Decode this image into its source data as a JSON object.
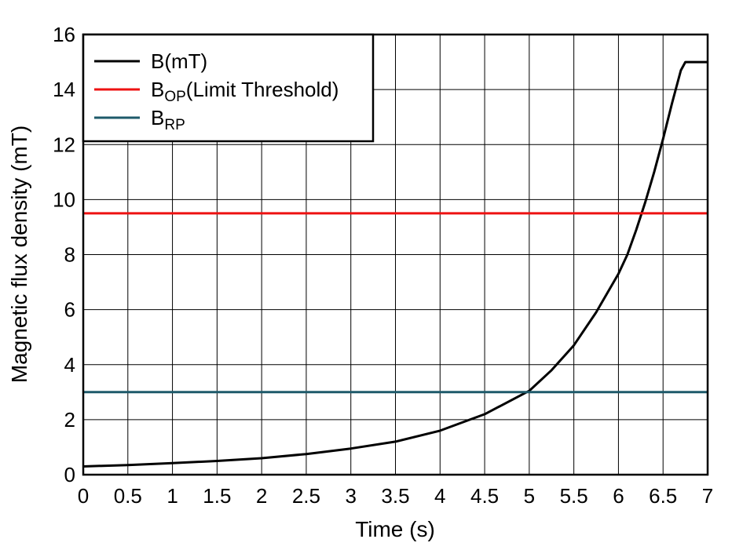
{
  "chart_data": {
    "type": "line",
    "xlabel": "Time (s)",
    "ylabel": "Magnetic flux density (mT)",
    "xlim": [
      0,
      7
    ],
    "ylim": [
      0,
      16
    ],
    "xticks": [
      "0",
      "0.5",
      "1",
      "1.5",
      "2",
      "2.5",
      "3",
      "3.5",
      "4",
      "4.5",
      "5",
      "5.5",
      "6",
      "6.5",
      "7"
    ],
    "yticks": [
      "0",
      "2",
      "4",
      "6",
      "8",
      "10",
      "12",
      "14",
      "16"
    ],
    "grid": true,
    "legend_position": "top-left",
    "series": [
      {
        "name": "B(mT)",
        "color": "#000000",
        "x": [
          0,
          0.5,
          1,
          1.5,
          2,
          2.5,
          3,
          3.5,
          4,
          4.5,
          5,
          5.25,
          5.5,
          5.75,
          6,
          6.1,
          6.2,
          6.3,
          6.4,
          6.5,
          6.6,
          6.7,
          6.75,
          7
        ],
        "y": [
          0.3,
          0.35,
          0.42,
          0.5,
          0.6,
          0.75,
          0.95,
          1.2,
          1.6,
          2.2,
          3.05,
          3.8,
          4.7,
          5.9,
          7.3,
          8.0,
          8.9,
          9.9,
          11.0,
          12.2,
          13.5,
          14.7,
          15.0,
          15.0
        ]
      },
      {
        "name": "B",
        "name_sub": "OP",
        "name_suffix": "(Limit Threshold)",
        "color": "#ee1111",
        "x": [
          0,
          7
        ],
        "y": [
          9.5,
          9.5
        ]
      },
      {
        "name": "B",
        "name_sub": "RP",
        "name_suffix": "",
        "color": "#1e5a6a",
        "x": [
          0,
          7
        ],
        "y": [
          3.0,
          3.0
        ]
      }
    ]
  }
}
